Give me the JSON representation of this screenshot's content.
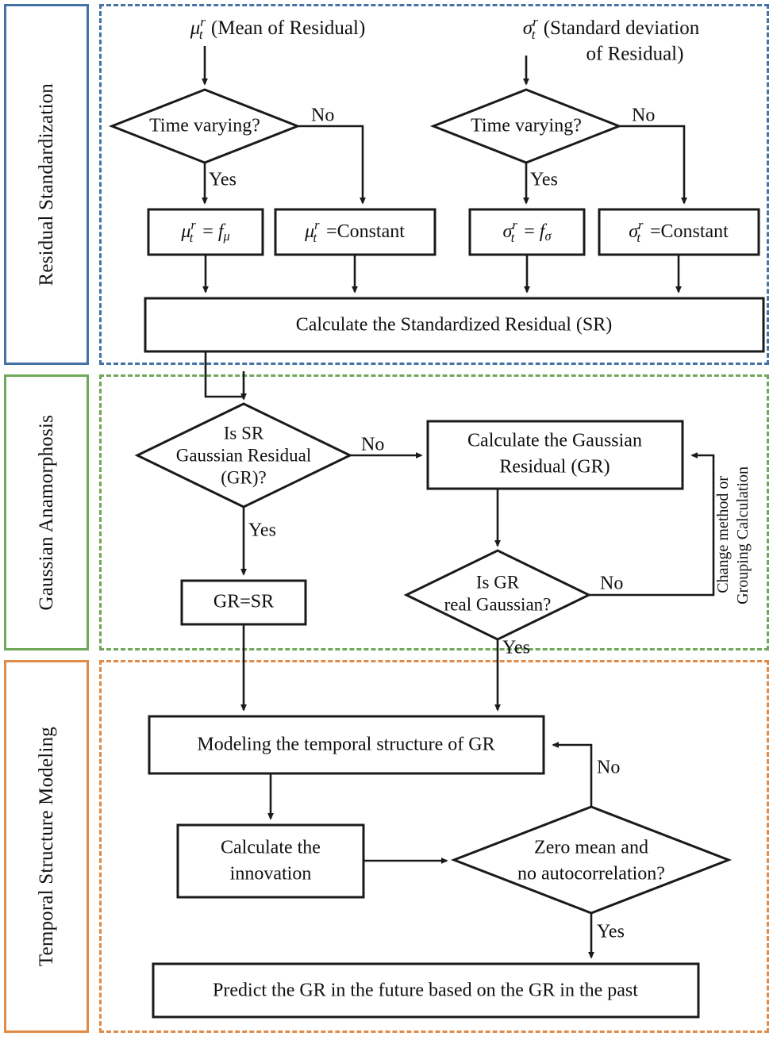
{
  "diagram": {
    "title": "Residual modeling workflow flowchart",
    "colors": {
      "stage1_blue": "#4472a4",
      "stage2_green": "#6fa85a",
      "stage3_orange": "#e08b47",
      "node_stroke": "#1a1a1a",
      "background": "#ffffff"
    }
  },
  "stages": [
    {
      "id": "residual-standardization",
      "label": "Residual Standardization",
      "color": "#4472a4"
    },
    {
      "id": "gaussian-anamorphosis",
      "label": "Gaussian Anamorphosis",
      "color": "#6fa85a"
    },
    {
      "id": "temporal-structure-modeling",
      "label": "Temporal Structure Modeling",
      "color": "#e08b47"
    }
  ],
  "headers": [
    {
      "id": "mu-header",
      "symbol": "μ",
      "sub": "t",
      "sup": "r",
      "text": "(Mean of Residual)"
    },
    {
      "id": "sigma-header",
      "symbol": "σ",
      "sub": "t",
      "sup": "r",
      "text_line1": "(Standard deviation",
      "text_line2": "of Residual)"
    }
  ],
  "nodes": {
    "decision_mu_time_varying": "Time varying?",
    "decision_sigma_time_varying": "Time varying?",
    "box_mu_fmu": {
      "symbol": "μ",
      "sub": "t",
      "sup": "r",
      "eq": "=",
      "fn": "f",
      "fnsub": "μ"
    },
    "box_mu_constant": {
      "symbol": "μ",
      "sub": "t",
      "sup": "r",
      "text": "=Constant"
    },
    "box_sigma_fsigma": {
      "symbol": "σ",
      "sub": "t",
      "sup": "r",
      "eq": "=",
      "fn": "f",
      "fnsub": "σ"
    },
    "box_sigma_constant": {
      "symbol": "σ",
      "sub": "t",
      "sup": "r",
      "text": "=Constant"
    },
    "box_calc_sr": "Calculate the Standardized Residual (SR)",
    "decision_is_sr_gr": {
      "line1": "Is SR",
      "line2": "Gaussian Residual",
      "line3": "(GR)?"
    },
    "box_gr_eq_sr": "GR=SR",
    "box_calc_gr": {
      "line1": "Calculate the Gaussian",
      "line2": "Residual (GR)"
    },
    "decision_is_gr_real_gaussian": {
      "line1": "Is GR",
      "line2": "real Gaussian?"
    },
    "box_modeling_temporal": "Modeling the temporal structure of GR",
    "box_calc_innovation": {
      "line1": "Calculate the",
      "line2": "innovation"
    },
    "decision_zero_mean": {
      "line1": "Zero mean and",
      "line2": "no autocorrelation?"
    },
    "box_predict_gr": "Predict the GR in the future based on the GR in the past"
  },
  "edge_labels": {
    "mu_no": "No",
    "mu_yes": "Yes",
    "sigma_no": "No",
    "sigma_yes": "Yes",
    "is_sr_gr_no": "No",
    "is_sr_gr_yes": "Yes",
    "is_gr_real_no": "No",
    "is_gr_real_yes": "Yes",
    "zero_mean_no": "No",
    "zero_mean_yes": "Yes",
    "feedback_loop": {
      "line1": "Change method or",
      "line2": "Grouping Calculation"
    }
  }
}
